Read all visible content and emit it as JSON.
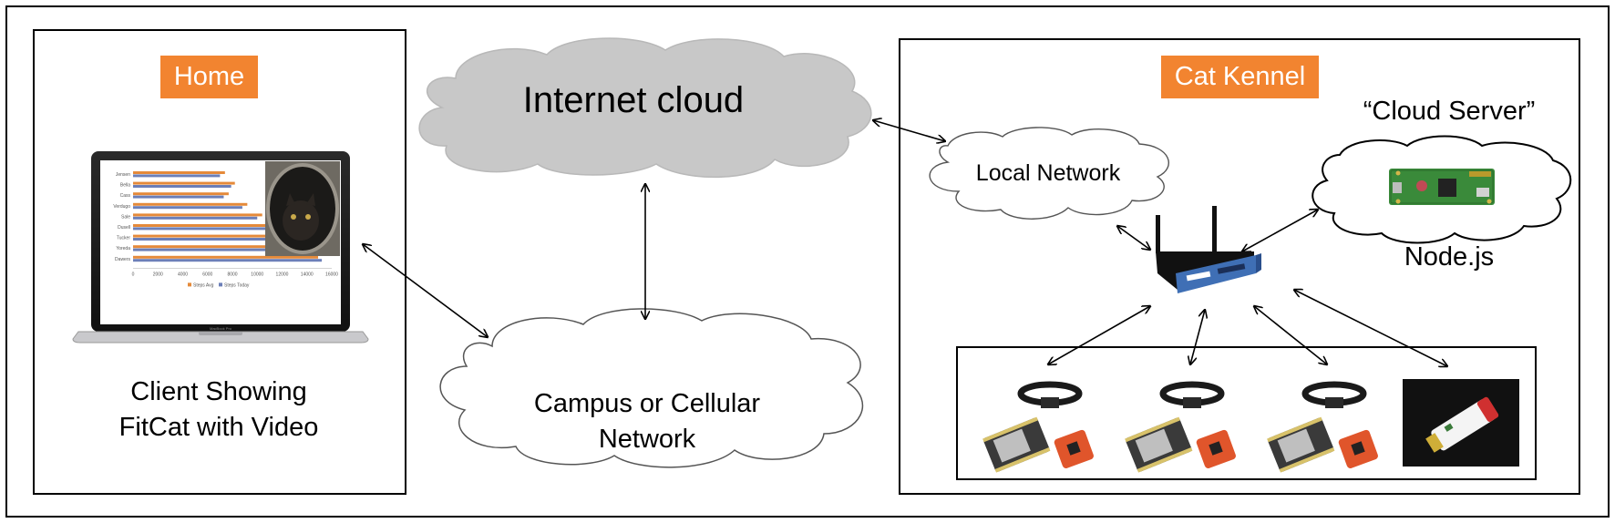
{
  "colors": {
    "accent_orange": "#F28430",
    "cloud_gray": "#C8C8C8",
    "router_blue": "#3F6FB5",
    "board_red": "#E0552B"
  },
  "home": {
    "badge": "Home",
    "caption_line1": "Client Showing",
    "caption_line2": "FitCat with Video",
    "laptop": {
      "chart_rows": [
        "Jensen",
        "Bella",
        "Cass",
        "Verdugo",
        "Sale",
        "Dusell",
        "Tucker",
        "Yoreda",
        "Dawers"
      ],
      "chart_values_avg": [
        7400,
        8200,
        7700,
        9200,
        10400,
        11200,
        12300,
        14000,
        14900
      ],
      "chart_values_today": [
        7000,
        7900,
        7300,
        8800,
        10000,
        11600,
        13000,
        14400,
        15200
      ],
      "chart_ticks": [
        "0",
        "2000",
        "4000",
        "6000",
        "8000",
        "10000",
        "12000",
        "14000",
        "16000"
      ],
      "chart_legend": [
        "Steps Avg",
        "Steps Today"
      ],
      "brand": "MacBook Pro",
      "video_icon": "cat-photo"
    }
  },
  "internet": {
    "label": "Internet cloud"
  },
  "campus": {
    "line1": "Campus or Cellular",
    "line2": "Network"
  },
  "kennel": {
    "badge": "Cat Kennel",
    "local_network": "Local Network",
    "cloud_server": "“Cloud Server”",
    "nodejs": "Node.js",
    "router_icon": "wifi-router-icon",
    "server_icon": "raspberry-pi-board",
    "device_icons": [
      "collar-sensor-kit",
      "collar-sensor-kit",
      "collar-sensor-kit",
      "usb-wifi-dongle"
    ]
  }
}
